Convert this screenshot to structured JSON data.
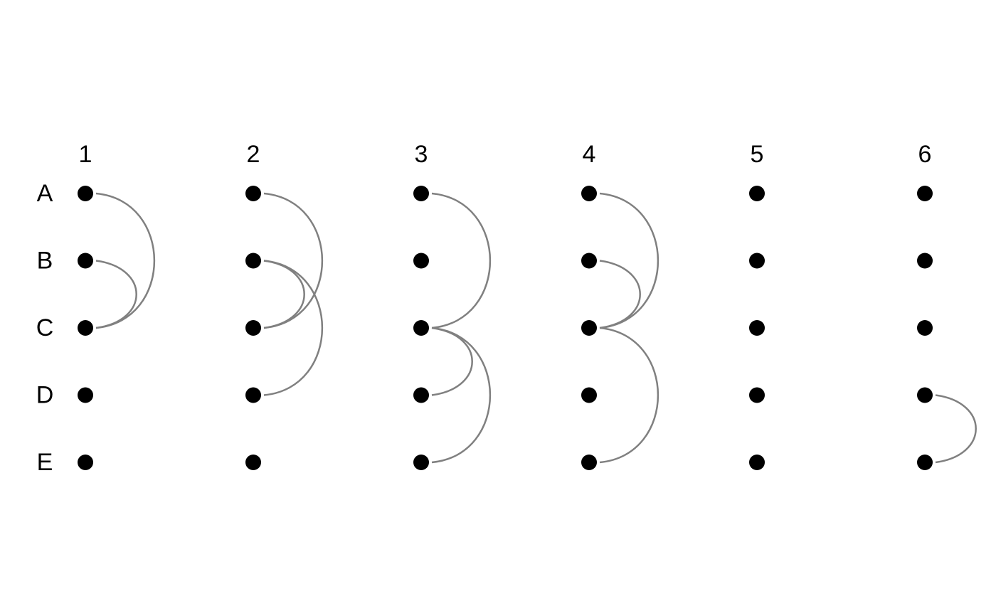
{
  "columns": [
    {
      "label": "1",
      "arcs": [
        [
          "A",
          "C"
        ],
        [
          "B",
          "C"
        ]
      ]
    },
    {
      "label": "2",
      "arcs": [
        [
          "A",
          "C"
        ],
        [
          "B",
          "C"
        ],
        [
          "B",
          "D"
        ]
      ]
    },
    {
      "label": "3",
      "arcs": [
        [
          "A",
          "C"
        ],
        [
          "C",
          "D"
        ],
        [
          "C",
          "E"
        ]
      ]
    },
    {
      "label": "4",
      "arcs": [
        [
          "A",
          "C"
        ],
        [
          "B",
          "C"
        ],
        [
          "C",
          "E"
        ]
      ]
    },
    {
      "label": "5",
      "arcs": []
    },
    {
      "label": "6",
      "arcs": [
        [
          "D",
          "E"
        ]
      ]
    }
  ],
  "rows": [
    "A",
    "B",
    "C",
    "D",
    "E"
  ],
  "colors": {
    "node": "#000000",
    "arc": "#808080"
  }
}
